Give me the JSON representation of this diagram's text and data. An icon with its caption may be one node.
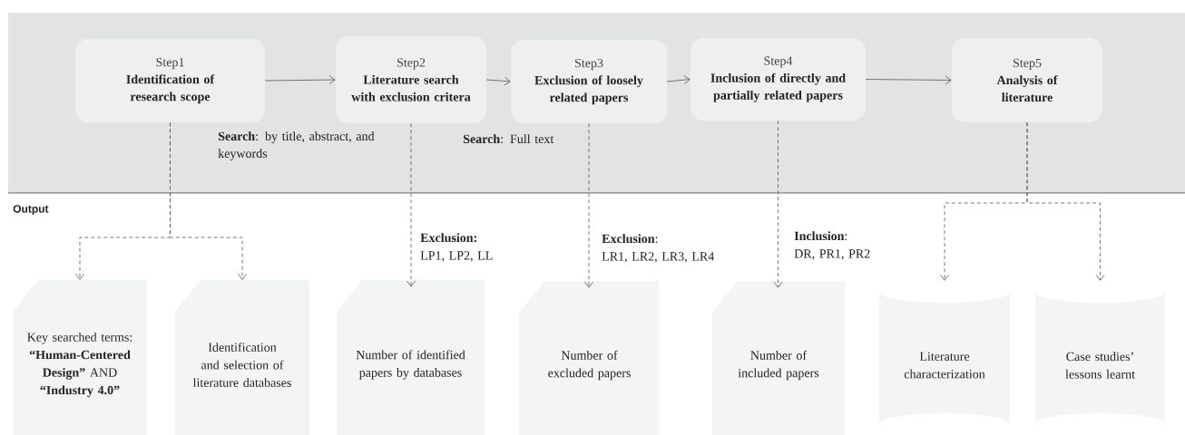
{
  "diagram": {
    "nodes": [
      {
        "text": [
          "Step1",
          "Identification of research scope"
        ]
      },
      {
        "text": [
          "Step2",
          "Literature search with exclusion critera"
        ]
      },
      {
        "text": [
          "Step3",
          "Exclusion of loosely related papers"
        ]
      },
      {
        "text": [
          "Step4",
          "Inclusion of directly and partially related papers"
        ]
      },
      {
        "text": [
          "Step5",
          "Analysis of literature"
        ]
      },
      {
        "text": [
          "Key searched terms: **“Human-Centered Design”** AND **“Industry 4.0”**"
        ]
      },
      {
        "text": [
          "Identification and selection of literature databases"
        ]
      },
      {
        "text": [
          "Number of identified papers by databases"
        ]
      },
      {
        "text": [
          "Number of excluded papers"
        ]
      },
      {
        "text": [
          "Number of included papers"
        ]
      },
      {
        "text": [
          "Literature characterization"
        ]
      },
      {
        "text": [
          "Case studies’ lessons learnt"
        ]
      }
    ],
    "edges": [
      {
        "from": 0,
        "to": 1,
        "arrow": "to"
      },
      {
        "from": 1,
        "to": 2,
        "arrow": "to"
      },
      {
        "from": 2,
        "to": 3,
        "arrow": "to"
      },
      {
        "from": 3,
        "to": 4,
        "arrow": "to"
      },
      {
        "from": 0,
        "to": 5,
        "arrow": "to",
        "style": "dashed"
      },
      {
        "from": 0,
        "to": 6,
        "arrow": "to",
        "style": "dashed"
      },
      {
        "from": 1,
        "to": 7,
        "arrow": "to",
        "style": "dashed"
      },
      {
        "from": 2,
        "to": 8,
        "arrow": "to",
        "style": "dashed"
      },
      {
        "from": 3,
        "to": 9,
        "arrow": "to",
        "style": "dashed"
      },
      {
        "from": 4,
        "to": 10,
        "arrow": "to",
        "style": "dashed"
      },
      {
        "from": 4,
        "to": 11,
        "arrow": "to",
        "style": "dashed"
      }
    ],
    "labels": [
      "**Search**: by title, abstract, and keywords",
      "**Search**: Full text",
      "Output",
      "Exclusion:",
      "LP1, LP2, LL",
      "**Exclusion**:",
      "LR1, LR2, LR3, LR4",
      "**Inclusion**:",
      "DR, PR1, PR2"
    ]
  }
}
